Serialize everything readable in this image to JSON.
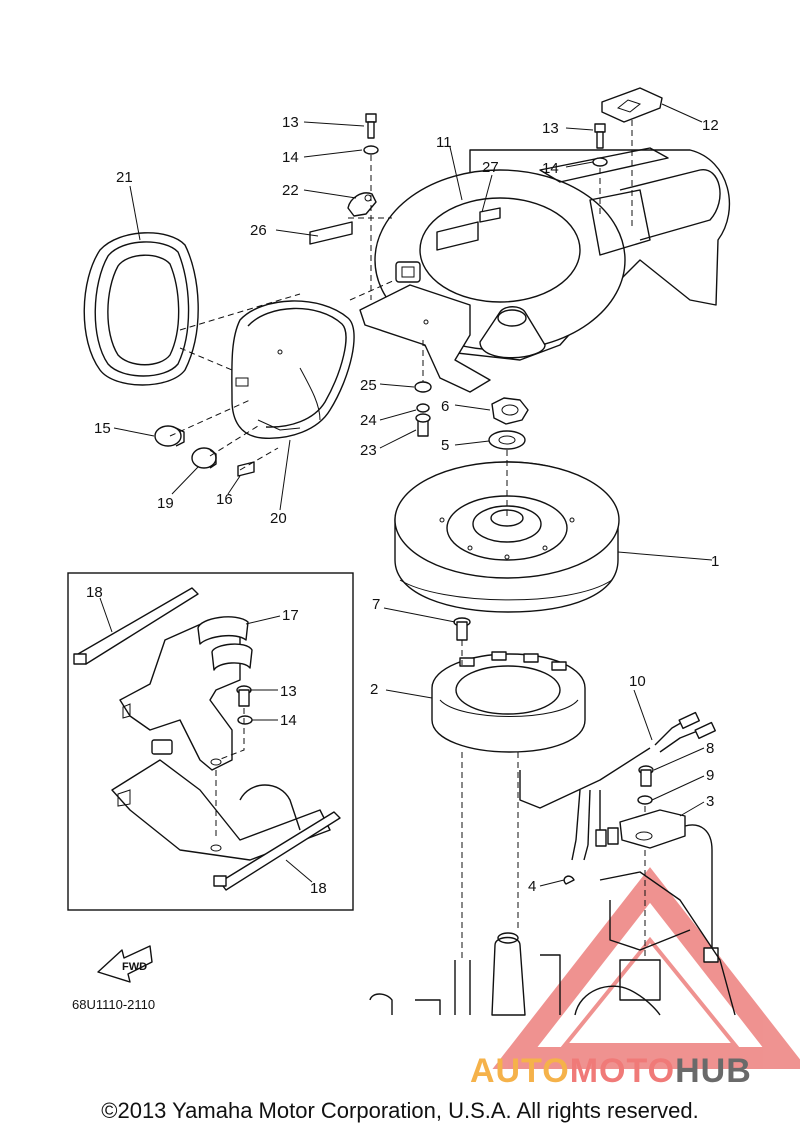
{
  "diagram": {
    "drawing_code": "68U1110-2110",
    "copyright": "©2013 Yamaha Motor Corporation, U.S.A. All rights reserved.",
    "fwd_label": "FWD",
    "watermark": {
      "part1": "AUTO",
      "part2": "MOTO",
      "part3": "HUB"
    },
    "callouts": [
      "1",
      "2",
      "3",
      "4",
      "5",
      "6",
      "7",
      "8",
      "9",
      "10",
      "11",
      "12",
      "13",
      "13",
      "13",
      "14",
      "14",
      "14",
      "15",
      "16",
      "17",
      "18",
      "18",
      "19",
      "20",
      "21",
      "22",
      "23",
      "24",
      "25",
      "26",
      "27"
    ]
  },
  "colors": {
    "line": "#111111",
    "watermark_red": "#e23a36",
    "watermark_orange": "#f5b24a",
    "watermark_gray": "#6a6a6a"
  }
}
